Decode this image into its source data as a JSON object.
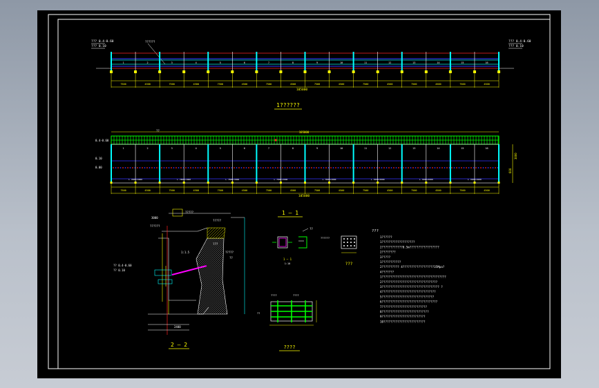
{
  "viewport": {
    "background": "#000000",
    "frame_color": "#ffffff"
  },
  "colors": {
    "yellow": "#ffff00",
    "cyan": "#00ffff",
    "green": "#00ff00",
    "blue": "#3333ff",
    "red": "#ff2020",
    "magenta": "#ff00ff",
    "white": "#ffffff"
  },
  "elevation": {
    "title": "1??????",
    "left_tag_1": "??? 0.4-0.60",
    "left_tag_2": "??? 0.10",
    "right_tag_1": "??? 0.4-0.60",
    "right_tag_2": "??? 0.10",
    "top_marker": "??????",
    "bay_numbers": [
      "1",
      "2",
      "3",
      "4",
      "5",
      "6",
      "7",
      "8",
      "9",
      "10",
      "11",
      "12",
      "13",
      "14",
      "15",
      "16"
    ],
    "span_labels": [
      "7500",
      "4500",
      "7500",
      "4500",
      "7500",
      "4500",
      "7500",
      "4500",
      "7500",
      "4500",
      "7500",
      "4500",
      "7500",
      "4500",
      "7500",
      "4500"
    ],
    "total_label": "105000"
  },
  "plan": {
    "title": "1 — 1",
    "left_labels": [
      "0.4-0.60",
      "0.10",
      "0.00"
    ],
    "top_marker": "??",
    "top_center": "105000",
    "right_dims": [
      "3000",
      "600"
    ],
    "bottom_spans": [
      "7500",
      "4500",
      "7500",
      "4500",
      "7500",
      "4500",
      "7500",
      "4500",
      "7500",
      "4500",
      "7500",
      "4500",
      "7500",
      "4500",
      "7500",
      "4500"
    ],
    "bottom_notes": [
      "L 7800×3000",
      "L 7800×3000",
      "L 7800×3000",
      "L 7800×3000",
      "L 7800×3000",
      "L 7800×3000",
      "L 7800×3000",
      "L 7800×3000"
    ],
    "total_label": "105000"
  },
  "section22": {
    "title": "2 — 2",
    "labels": [
      "??????",
      "?????",
      "?????",
      "???",
      "?????",
      "??",
      "?? 0.4-0.60",
      "?? 0.10",
      "1:1.5",
      "2400",
      "3000"
    ]
  },
  "detail_c": {
    "label_a": "1 — 1",
    "label_b": "??",
    "sub": "1:10"
  },
  "detail_rebar": {
    "title": "???",
    "tag": "??????"
  },
  "detail_cage": {
    "title": "????",
    "tags": [
      "????",
      "????",
      "??"
    ]
  },
  "notes": {
    "heading": "???",
    "lines": [
      "1??????",
      "  1???????????????????",
      "  2????????????0.5m?????????????????",
      "2????????",
      "3?????",
      "  1???????????",
      "  2??????????   4??????????????????35Mpa?",
      "4???????",
      "  1?????????????????????????????????????",
      "  2????????????????????????????????",
      "  3?????????????????????????????????    ?",
      "  4???????????????????????????????",
      "  5??????????????????????????????",
      "  6????????????????????????????????",
      "  7??????????????????????????",
      "  8???????????????????????????",
      "  9?????????????????????????",
      "  10????????????????????????"
    ]
  }
}
